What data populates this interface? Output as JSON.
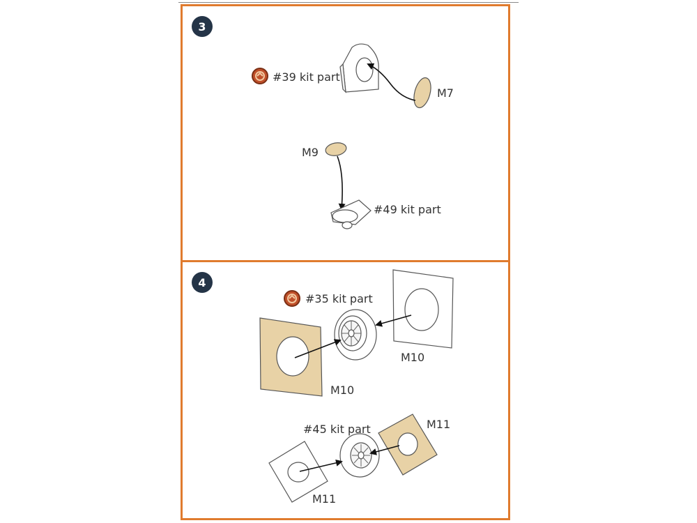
{
  "colors": {
    "frame": "#e07b2e",
    "badge": "#243447",
    "mask_fill": "#e8d2a6",
    "text": "#333333",
    "warning_icon": "#c0502a"
  },
  "steps": [
    {
      "number": "3",
      "labels": {
        "kit_39": "#39 kit part",
        "m7": "M7",
        "m9": "M9",
        "kit_49": "#49 kit part"
      }
    },
    {
      "number": "4",
      "labels": {
        "kit_35": "#35 kit part",
        "m10_right": "M10",
        "m10_left": "M10",
        "kit_45": "#45 kit part",
        "m11_top": "M11",
        "m11_bottom": "M11"
      }
    }
  ],
  "icons": [
    "warning-icon",
    "arrow-icon"
  ]
}
